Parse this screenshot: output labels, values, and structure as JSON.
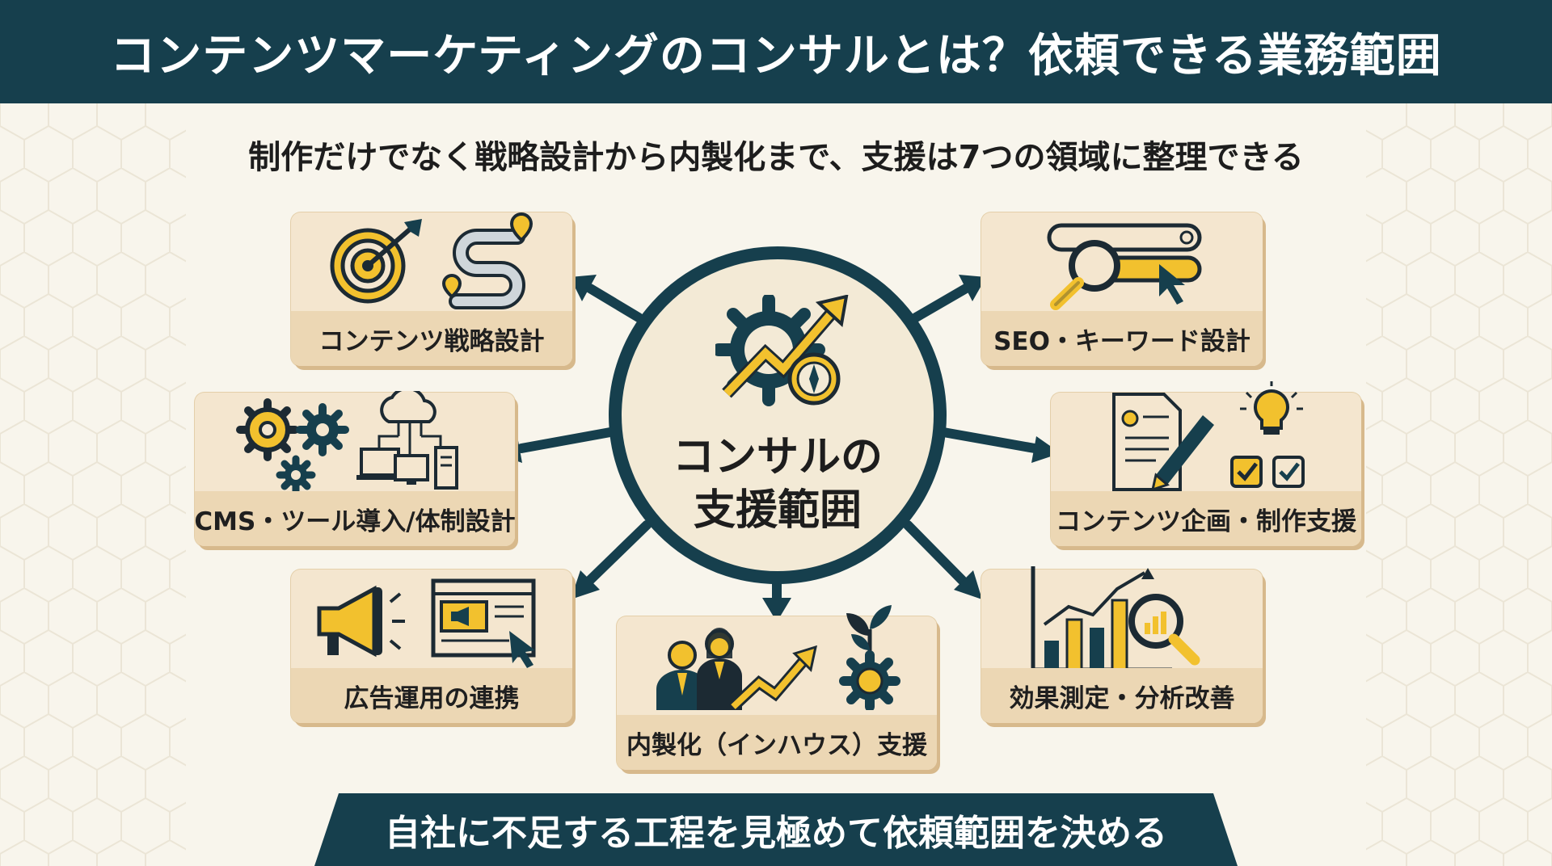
{
  "header": {
    "title": "コンテンツマーケティングのコンサルとは？依頼できる業務範囲"
  },
  "subtitle": "制作だけでなく戦略設計から内製化まで、支援は7つの領域に整理できる",
  "hub": {
    "line1": "コンサルの",
    "line2": "支援範囲"
  },
  "cards": {
    "strategy": {
      "label": "コンテンツ戦略設計"
    },
    "seo": {
      "label": "SEO・キーワード設計"
    },
    "cms": {
      "label": "CMS・ツール導入/体制設計"
    },
    "planning": {
      "label": "コンテンツ企画・制作支援"
    },
    "ads": {
      "label": "広告運用の連携"
    },
    "inhouse": {
      "label": "内製化（インハウス）支援"
    },
    "analysis": {
      "label": "効果測定・分析改善"
    }
  },
  "footer": {
    "banner": "自社に不足する工程を見極めて依頼範囲を決める"
  },
  "colors": {
    "navy": "#163f4d",
    "gold": "#f2c12e",
    "card": "#f4e6cf",
    "card_label": "#ecd7b4",
    "background": "#f8f5ec"
  },
  "icons": [
    "target-icon",
    "route-icon",
    "map-pin-icon",
    "search-bar-icon",
    "magnifier-icon",
    "cursor-icon",
    "gears-icon",
    "cloud-network-icon",
    "laptop-icon",
    "server-icon",
    "document-icon",
    "pen-icon",
    "lightbulb-icon",
    "checkbox-icon",
    "megaphone-icon",
    "browser-ad-icon",
    "people-icon",
    "growth-arrow-icon",
    "plant-gear-icon",
    "bar-chart-icon",
    "gear-arrow-icon",
    "compass-icon"
  ]
}
